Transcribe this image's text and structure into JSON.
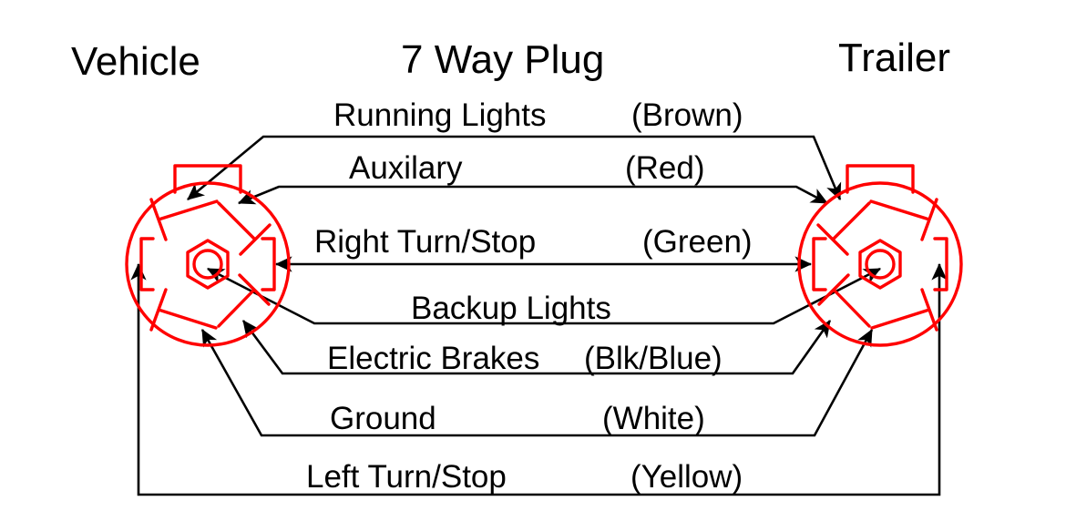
{
  "title": "7 Way Plug",
  "side_labels": {
    "left": "Vehicle",
    "right": "Trailer"
  },
  "colors": {
    "connector": "#FF0000",
    "wire_line": "#000000",
    "text": "#000000",
    "background": "#FFFFFF"
  },
  "wires": [
    {
      "name": "Running Lights",
      "color_label": "(Brown)"
    },
    {
      "name": "Auxilary",
      "color_label": "(Red)"
    },
    {
      "name": "Right Turn/Stop",
      "color_label": "(Green)"
    },
    {
      "name": "Backup Lights",
      "color_label": ""
    },
    {
      "name": "Electric Brakes",
      "color_label": "(Blk/Blue)"
    },
    {
      "name": "Ground",
      "color_label": "(White)"
    },
    {
      "name": "Left Turn/Stop",
      "color_label": "(Yellow)"
    }
  ],
  "connectors": {
    "left": {
      "name": "vehicle-7-way-plug",
      "terminal_count": 7
    },
    "right": {
      "name": "trailer-7-way-plug",
      "terminal_count": 7
    }
  }
}
